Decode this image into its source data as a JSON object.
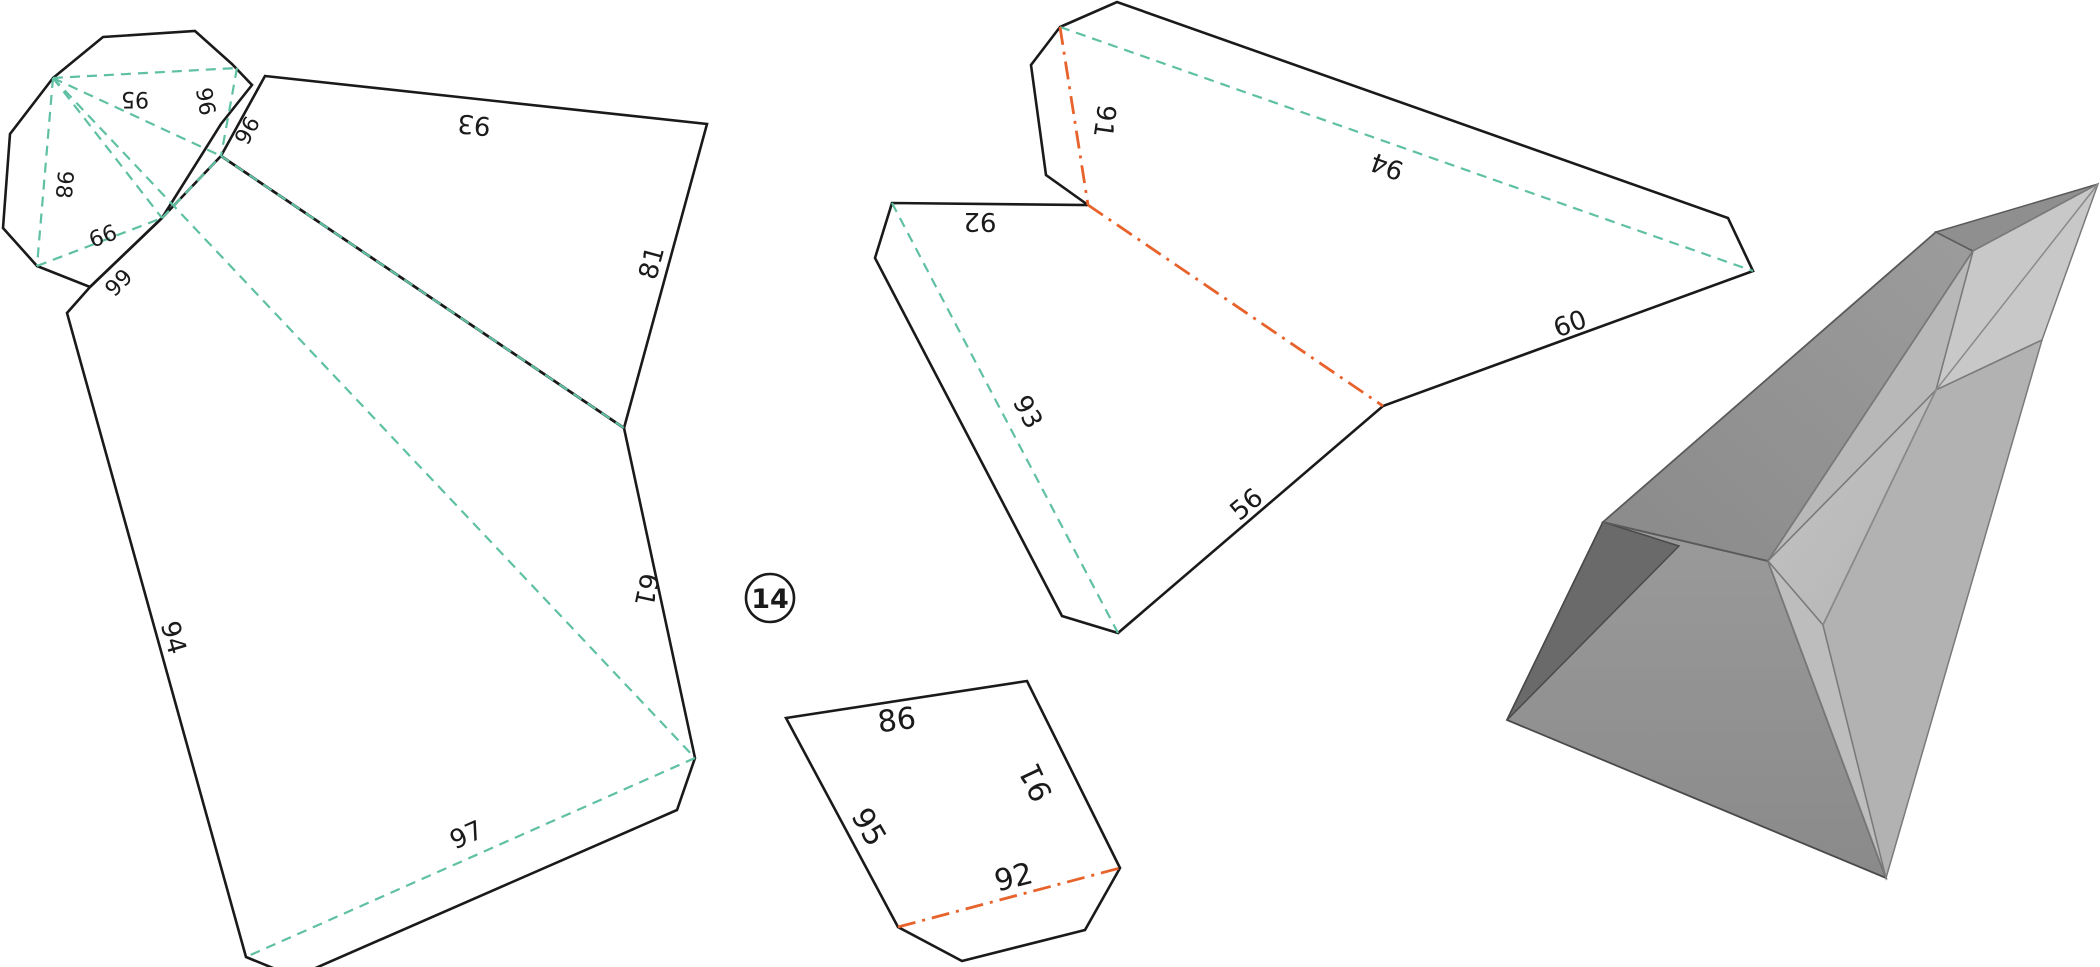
{
  "part_number": "14",
  "colors": {
    "cut_line": "#1a1a1a",
    "valley_fold": "#5fc0a4",
    "mountain_fold": "#e8632c",
    "model_light": "#bdbdbd",
    "model_dark": "#858585"
  },
  "piece_left": {
    "labels": [
      "95",
      "96",
      "96",
      "93",
      "98",
      "99",
      "99",
      "81",
      "61",
      "94",
      "97"
    ]
  },
  "piece_top_right": {
    "labels": [
      "91",
      "94",
      "92",
      "93",
      "60",
      "56"
    ]
  },
  "piece_bottom": {
    "labels": [
      "86",
      "91",
      "95",
      "92"
    ]
  }
}
